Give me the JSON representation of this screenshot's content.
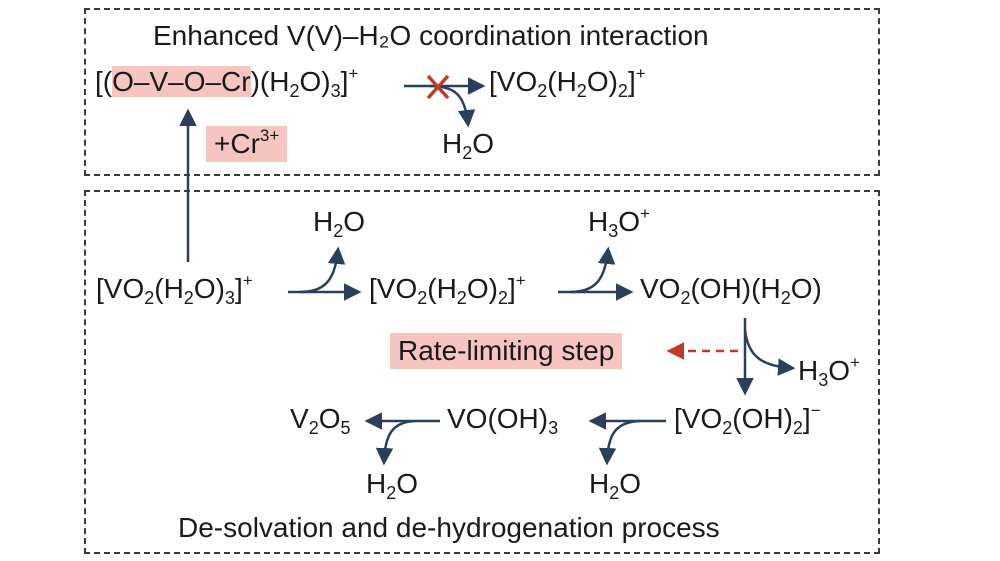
{
  "top_panel": {
    "title": "Enhanced V(V)–H₂O coordination interaction",
    "complex_open": "[(",
    "complex_highlight": "O–V–O–Cr",
    "complex_rest_a": ")(H",
    "complex_rest_b": "O)",
    "complex_sub_2": "2",
    "complex_sub_3": "3",
    "complex_close": "]",
    "complex_charge": "+",
    "product_a": "[VO",
    "product_b": "(H",
    "product_c": "O)",
    "product_d": "]",
    "product_sub_1": "2",
    "product_sub_2": "2",
    "product_sub_3": "2",
    "product_charge": "+",
    "water_a": "H",
    "water_b": "O",
    "water_sub": "2",
    "additive_a": "+Cr",
    "additive_charge": "3+"
  },
  "bottom_panel": {
    "title": "De-solvation and de-hydrogenation process",
    "species1_a": "[VO",
    "species1_b": "(H",
    "species1_c": "O)",
    "species1_d": "]",
    "species1_sub_1": "2",
    "species1_sub_2": "2",
    "species1_sub_3": "3",
    "species1_charge": "+",
    "species2_a": "[VO",
    "species2_b": "(H",
    "species2_c": "O)",
    "species2_d": "]",
    "species2_sub_1": "2",
    "species2_sub_2": "2",
    "species2_sub_3": "2",
    "species2_charge": "+",
    "species3_a": "VO",
    "species3_b": "(OH)(H",
    "species3_c": "O)",
    "species3_sub_1": "2",
    "species3_sub_2": "2",
    "species4_a": "[VO",
    "species4_b": "(OH)",
    "species4_c": "]",
    "species4_sub_1": "2",
    "species4_sub_2": "2",
    "species4_charge": "−",
    "species5_a": "VO(OH)",
    "species5_sub": "3",
    "species6_a": "V",
    "species6_b": "O",
    "species6_sub_1": "2",
    "species6_sub_2": "5",
    "byproduct1_a": "H",
    "byproduct1_b": "O",
    "byproduct1_sub": "2",
    "byproduct2_a": "H",
    "byproduct2_b": "O",
    "byproduct2_sub": "3",
    "byproduct2_charge": "+",
    "byproduct3_a": "H",
    "byproduct3_b": "O",
    "byproduct3_sub": "3",
    "byproduct3_charge": "+",
    "byproduct4_a": "H",
    "byproduct4_b": "O",
    "byproduct4_sub": "2",
    "byproduct5_a": "H",
    "byproduct5_b": "O",
    "byproduct5_sub": "2",
    "rate_label": "Rate-limiting step"
  },
  "colors": {
    "arrow": "#2b3f5c",
    "highlight": "#f6c5c0",
    "blocked_cross": "#c0392b",
    "rate_arrow": "#c0392b",
    "border": "#3a3a3a"
  }
}
